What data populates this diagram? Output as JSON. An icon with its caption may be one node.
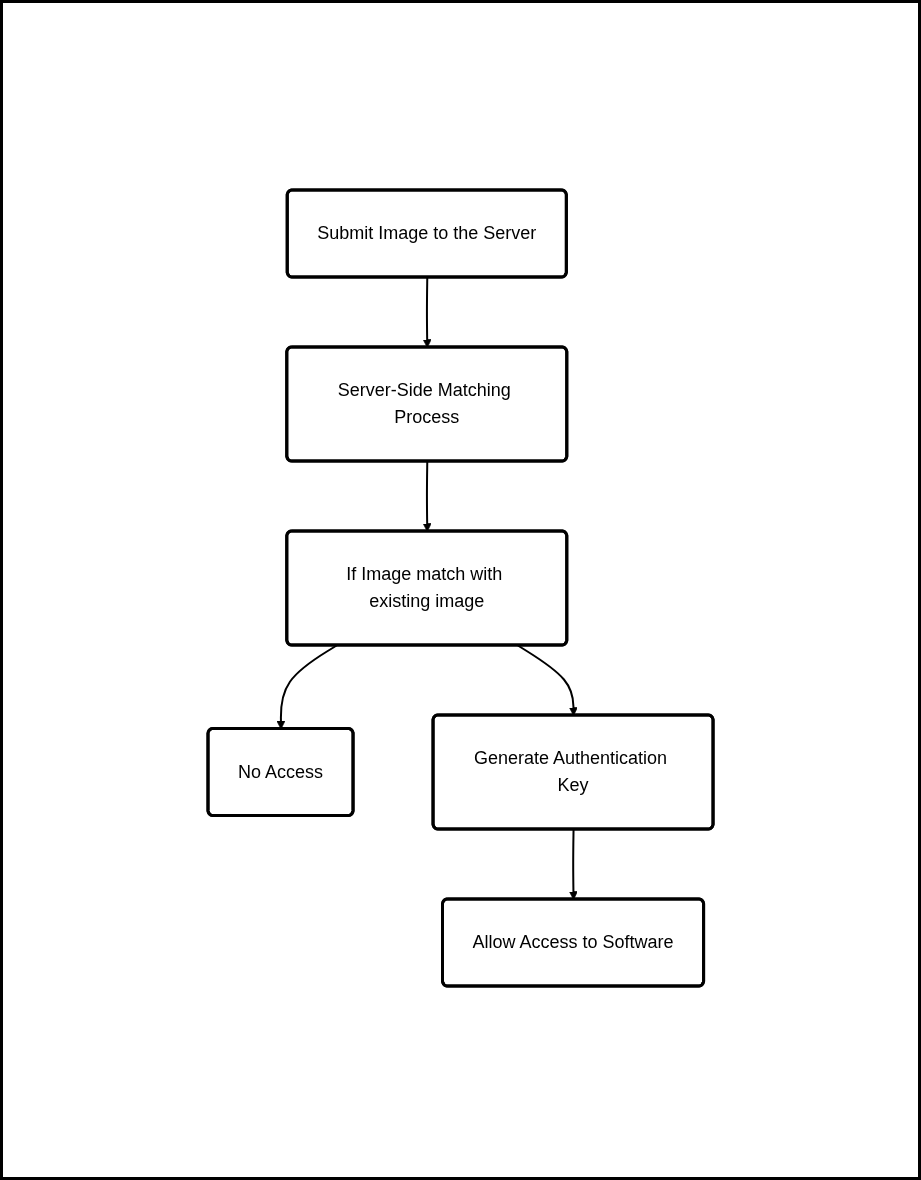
{
  "diagram": {
    "nodes": [
      {
        "text": [
          "Submit Image to the Server"
        ]
      },
      {
        "text": [
          "Server-Side Matching Process"
        ]
      },
      {
        "text": [
          "If Image match with existing image"
        ]
      },
      {
        "text": [
          "No Access"
        ]
      },
      {
        "text": [
          "Generate Authentication Key"
        ]
      },
      {
        "text": [
          "Allow Access to Software"
        ]
      }
    ],
    "edges": [
      {
        "from": 0,
        "to": 1,
        "arrow": "to"
      },
      {
        "from": 1,
        "to": 2,
        "arrow": "to"
      },
      {
        "from": 2,
        "to": 3,
        "arrow": "to"
      },
      {
        "from": 2,
        "to": 4,
        "arrow": "to"
      },
      {
        "from": 4,
        "to": 5,
        "arrow": "to"
      }
    ]
  }
}
